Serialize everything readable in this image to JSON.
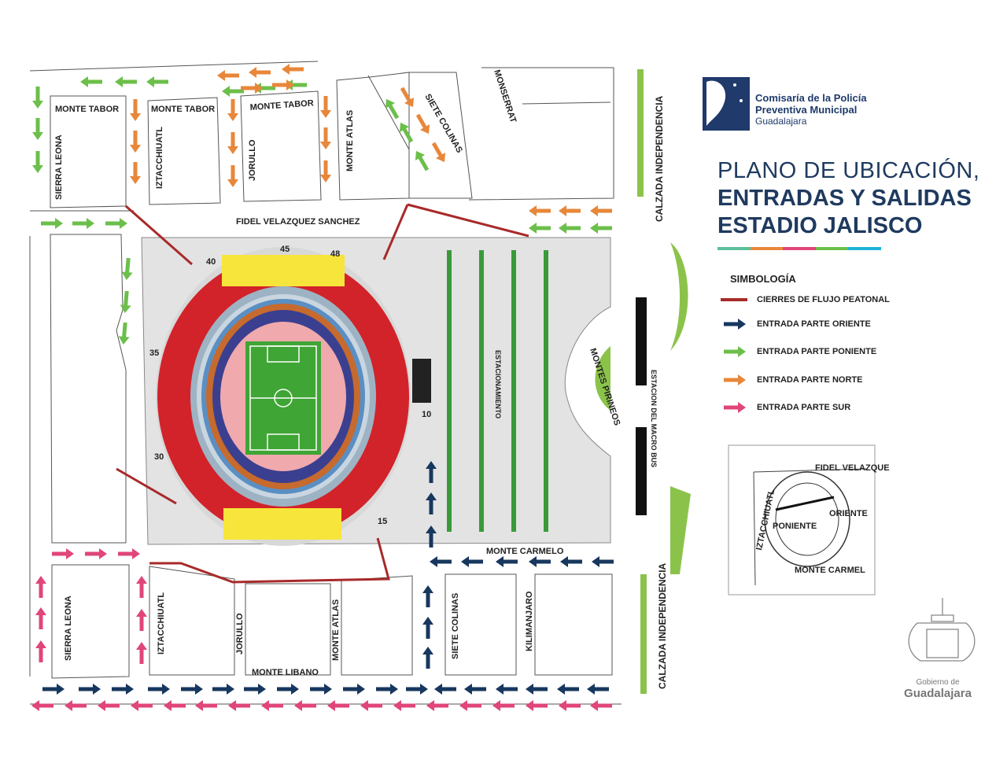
{
  "logo": {
    "line1": "Comisaría de la Policía",
    "line2": "Preventiva Municipal",
    "line3": "Guadalajara"
  },
  "title": {
    "line1": "PLANO DE UBICACIÓN,",
    "line2": "ENTRADAS Y SALIDAS",
    "line3": "ESTADIO JALISCO"
  },
  "legend": {
    "title": "SIMBOLOGÍA",
    "items": [
      {
        "label": "CIERRES DE FLUJO PEATONAL",
        "color": "#a82a2a",
        "kind": "line"
      },
      {
        "label": "ENTRADA PARTE ORIENTE",
        "color": "#17375e",
        "kind": "arrow"
      },
      {
        "label": "ENTRADA PARTE PONIENTE",
        "color": "#6cbf4a",
        "kind": "arrow"
      },
      {
        "label": "ENTRADA PARTE NORTE",
        "color": "#e8873a",
        "kind": "arrow"
      },
      {
        "label": "ENTRADA PARTE SUR",
        "color": "#e0457b",
        "kind": "arrow"
      }
    ]
  },
  "streets": {
    "monte_tabor": "MONTE TABOR",
    "sierra_leona_top": "SIERRA LEONA",
    "iztacchiuatl": "IZTACCHIUATL",
    "jorullo": "JORULLO",
    "monte_atlas": "MONTE ATLAS",
    "siete_colinas": "SIETE COLINAS",
    "monserrat": "MONSERRAT",
    "calzada": "CALZADA INDEPENDENCIA",
    "fidel": "FIDEL VELAZQUEZ SANCHEZ",
    "estacionamiento": "ESTACIONAMIENTO",
    "montes_pirineos": "MONTES PIRINEOS",
    "estacion_macro": "ESTACION DEL MACRO BUS",
    "monte_carmelo": "MONTE CARMELO",
    "sierra_leona_bottom": "SIERRA  LEONA",
    "iztacchiuatl_bottom": "IZTACCHIUATL",
    "monte_libano": "MONTE LIBANO",
    "kilimanjaro": "KILIMANJARO"
  },
  "gates": [
    "45",
    "48",
    "40",
    "35",
    "30",
    "15",
    "10"
  ],
  "inset": {
    "fidel": "FIDEL VELAZQUE",
    "poniente": "PONIENTE",
    "oriente": "ORIENTE",
    "iztac": "IZTACCHIUATL",
    "carmel": "MONTE CARMEL"
  },
  "gobierno": {
    "line1": "Gobierno de",
    "line2": "Guadalajara"
  },
  "colors": {
    "navy": "#17375e",
    "green": "#6cbf4a",
    "orange": "#e8873a",
    "pink": "#e0457b",
    "closure": "#a82a2a",
    "stadium_red": "#d2232a",
    "stadium_yellow": "#f7e53b",
    "field": "#3fa535"
  }
}
